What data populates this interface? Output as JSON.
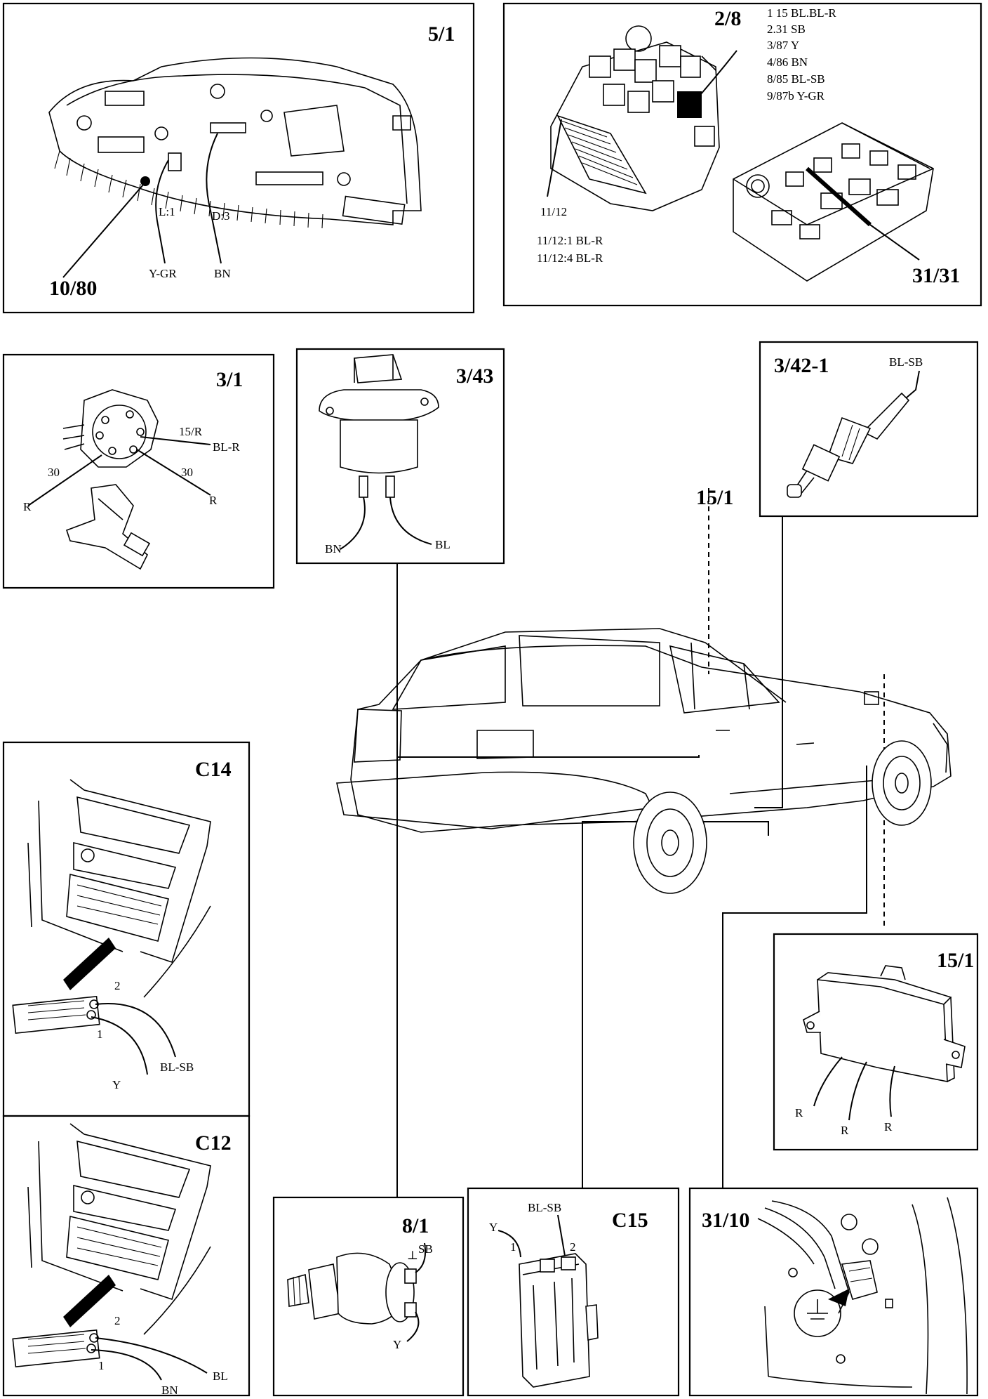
{
  "panels": {
    "instrument_cluster": {
      "title": "5/1",
      "connector_label": "10/80",
      "pin_left": "L:1",
      "pin_right": "D:3",
      "wire_left": "Y-GR",
      "wire_right": "BN"
    },
    "relay_box": {
      "title": "2/8",
      "pins": [
        "1 15 BL.BL-R",
        "2.31 SB",
        "3/87 Y",
        "4/86 BN",
        "8/85 BL-SB",
        "9/87b Y-GR"
      ],
      "connector_label": "11/12",
      "connector_pins": [
        "11/12:1 BL-R",
        "11/12:4 BL-R"
      ],
      "fusebox_label": "31/31"
    },
    "ignition_switch": {
      "title": "3/1",
      "pin_label": "15/R",
      "wire_top": "BL-R",
      "pin_30_left": "30",
      "pin_30_right": "30",
      "wire_left": "R",
      "wire_right": "R"
    },
    "relay_343": {
      "title": "3/43",
      "wire_left": "BN",
      "wire_right": "BL"
    },
    "sensor_3421": {
      "title": "3/42-1",
      "wire": "BL-SB"
    },
    "car": {
      "callout": "15/1"
    },
    "c14": {
      "title": "C14",
      "pin1": "1",
      "pin2": "2",
      "wire1": "Y",
      "wire2": "BL-SB"
    },
    "c12": {
      "title": "C12",
      "pin1": "1",
      "pin2": "2",
      "wire1": "BN",
      "wire2": "BL"
    },
    "module_151": {
      "title": "15/1",
      "wire1": "R",
      "wire2": "R",
      "wire3": "R"
    },
    "switch_81": {
      "title": "8/1",
      "wire_top": "SB",
      "wire_bottom": "Y"
    },
    "connector_c15": {
      "title": "C15",
      "pin1": "1",
      "pin2": "2",
      "wire1": "Y",
      "wire2": "BL-SB"
    },
    "ground_3110": {
      "title": "31/10"
    }
  }
}
